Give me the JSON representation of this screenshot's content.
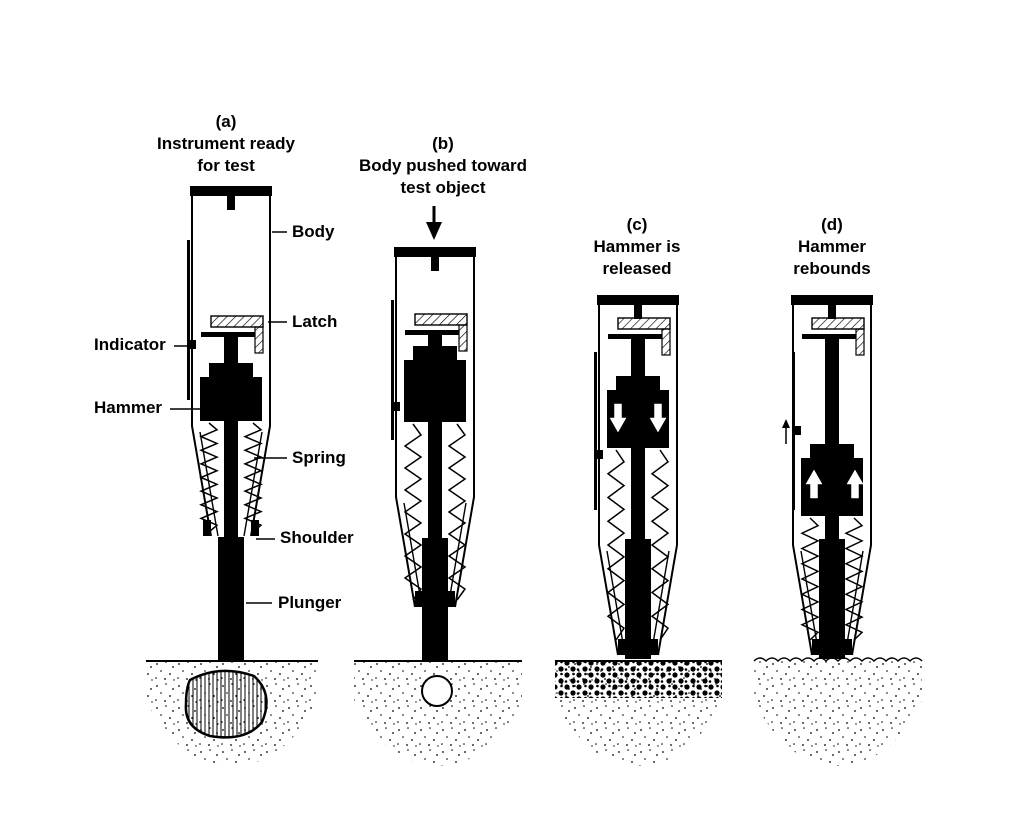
{
  "panels": [
    {
      "letter": "(a)",
      "line1": "Instrument ready",
      "line2": "for test"
    },
    {
      "letter": "(b)",
      "line1": "Body pushed toward",
      "line2": "test object"
    },
    {
      "letter": "(c)",
      "line1": "Hammer is",
      "line2": "released"
    },
    {
      "letter": "(d)",
      "line1": "Hammer",
      "line2": "rebounds"
    }
  ],
  "labels": {
    "body": "Body",
    "latch": "Latch",
    "indicator": "Indicator",
    "hammer": "Hammer",
    "spring": "Spring",
    "shoulder": "Shoulder",
    "plunger": "Plunger"
  },
  "colors": {
    "ink": "#000000",
    "background": "#ffffff"
  }
}
